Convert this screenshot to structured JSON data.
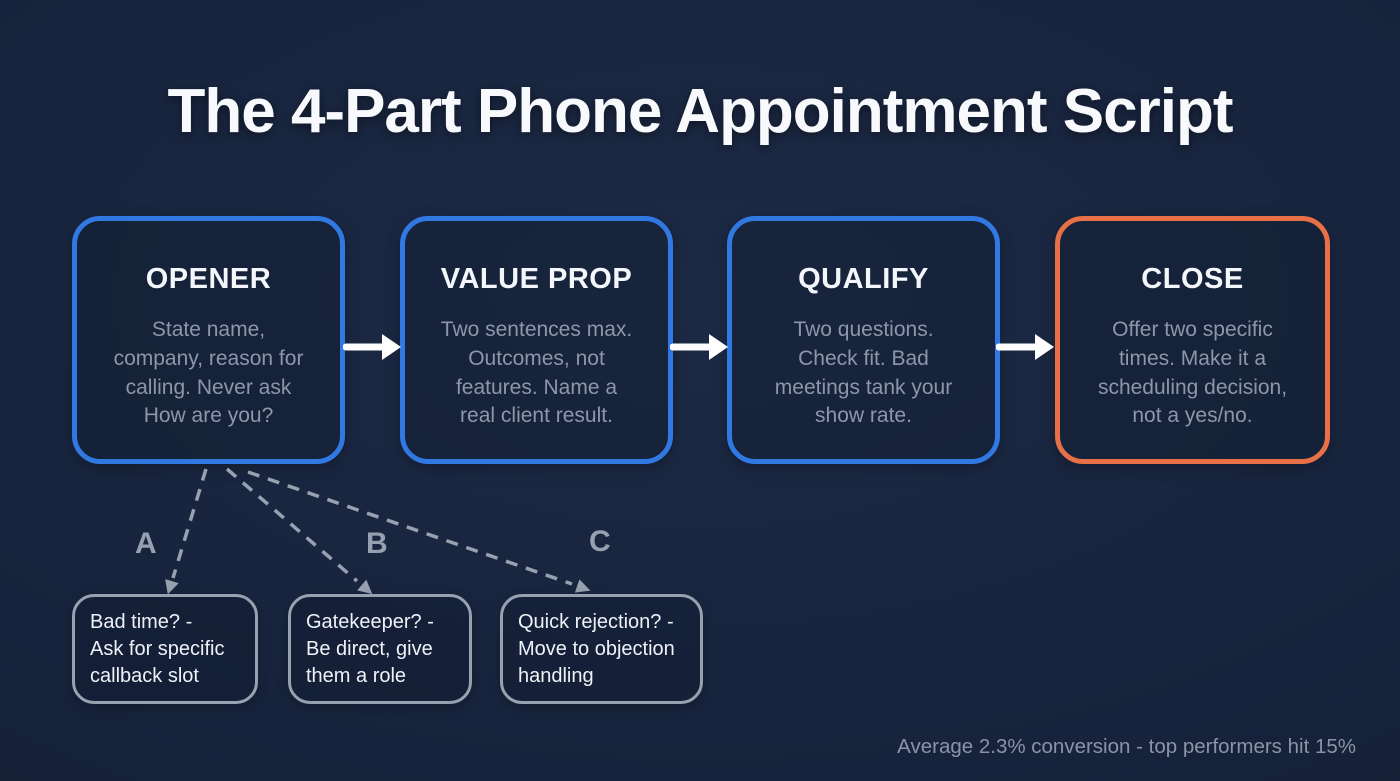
{
  "page": {
    "title": "The 4-Part Phone Appointment Script"
  },
  "colors": {
    "background": "#17233c",
    "step_border_blue": "#3079e2",
    "step_border_orange": "#e87046",
    "heading_white": "#f7f9fc",
    "body_gray": "#8d97aa",
    "branch_gray": "#98a1b0",
    "branch_text_white": "#eef2f6",
    "flow_arrow_white": "#ffffff",
    "footer_gray": "#8a94a6"
  },
  "flow": {
    "steps": [
      {
        "title": "OPENER",
        "description": "State name,\ncompany, reason for\ncalling. Never ask\nHow are you?",
        "accent": "blue"
      },
      {
        "title": "VALUE PROP",
        "description": "Two sentences max.\nOutcomes, not\nfeatures. Name a\nreal client result.",
        "accent": "blue"
      },
      {
        "title": "QUALIFY",
        "description": "Two questions.\nCheck fit. Bad\nmeetings tank your\nshow rate.",
        "accent": "blue"
      },
      {
        "title": "CLOSE",
        "description": "Offer two specific\ntimes. Make it a\nscheduling decision,\nnot a yes/no.",
        "accent": "orange"
      }
    ],
    "branches": [
      {
        "label": "A",
        "text": "Bad time? -\nAsk for specific\ncallback slot"
      },
      {
        "label": "B",
        "text": "Gatekeeper? -\nBe direct, give\nthem a role"
      },
      {
        "label": "C",
        "text": "Quick rejection? -\nMove to objection\nhandling"
      }
    ]
  },
  "footer": {
    "note": "Average 2.3% conversion - top performers hit 15%"
  }
}
